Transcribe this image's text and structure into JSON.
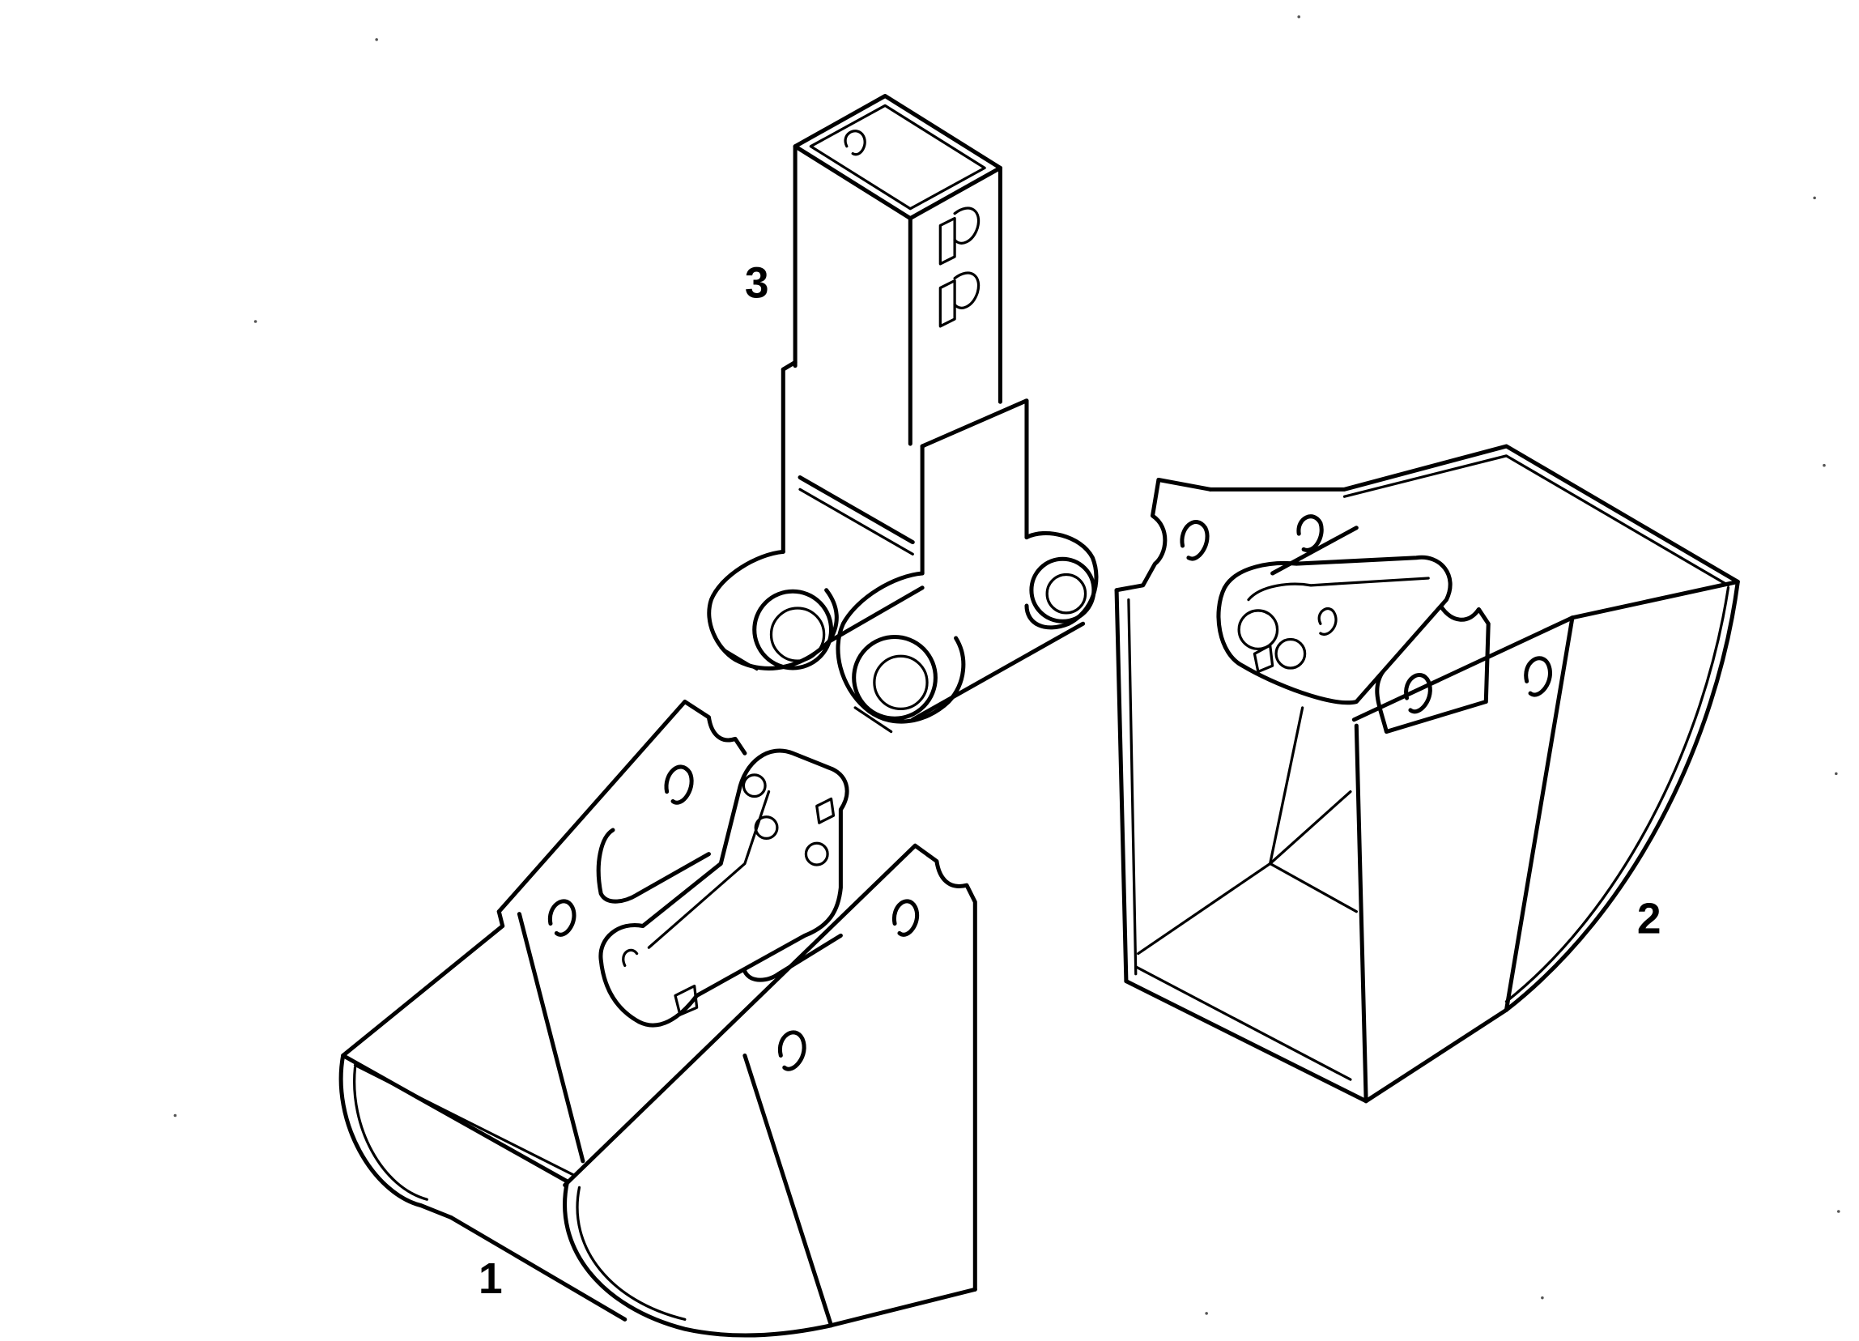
{
  "callouts": {
    "bucket_standard": "1",
    "bucket_ditching": "2",
    "ripper_tooth": "3"
  },
  "colors": {
    "line": "#000000",
    "background": "#ffffff"
  }
}
